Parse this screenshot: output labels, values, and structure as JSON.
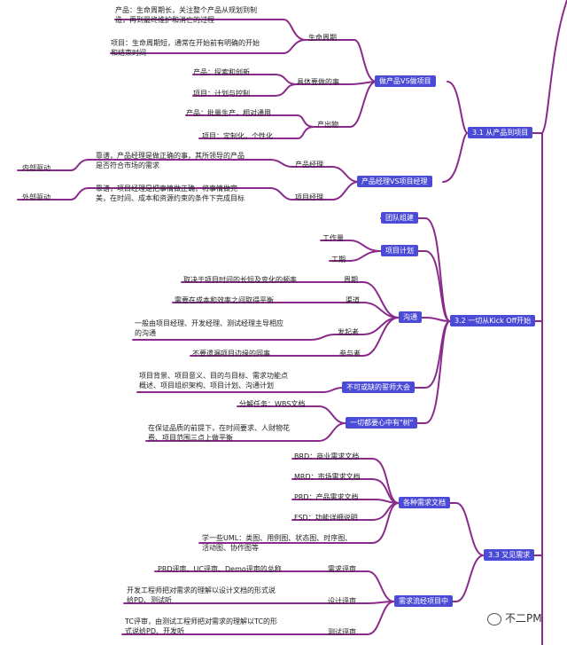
{
  "palette": {
    "branch": "#8a2a8a",
    "box_bg": "#4b4bd6",
    "box_text": "#ffffff"
  },
  "s1": {
    "title": "3.1 从产品到项目",
    "g1": {
      "label": "做产品VS做项目",
      "lifecycle": "生命周期",
      "lifecycle_prod": "产品：生命周期长，关注整个产品从规划到制\n造，再到最终维护和消亡的过程",
      "lifecycle_proj": "项目：生命周期短，通常在开始前有明确的开始\n和结束时间",
      "work": "具体要做的事",
      "work_prod": "产品：探索和创新",
      "work_proj": "项目：计划与控制",
      "output": "产出物",
      "output_prod": "产品：批量生产，相对通用",
      "output_proj": "项目：定制化，个性化"
    },
    "g2": {
      "label": "产品经理VS项目经理",
      "pm": "产品经理",
      "pm_text": "靠谱，产品经理是做正确的事，其所领导的产品\n是否符合市场的需求",
      "internal": "内部驱动",
      "proj": "项目经理",
      "proj_text": "靠谱，项目经理是把事情做正确，将事情做完\n美，在时间、成本和资源约束的条件下完成目标",
      "external": "外部驱动"
    }
  },
  "s2": {
    "title": "3.2 一切从Kick Off开始",
    "team": "团队组建",
    "plan": "项目计划",
    "workload": "工作量",
    "duration": "工期",
    "comm": "沟通",
    "period": "周期",
    "period_text": "取决于项目时间的长短及变化的频率",
    "channel": "渠道",
    "channel_text": "需要在成本和效率之间取得平衡",
    "initiator": "发起者",
    "initiator_text": "一般由项目经理、开发经理、测试经理主导相应\n的沟通",
    "participant": "参与者",
    "participant_text": "不要遗漏项目边缘的同事",
    "kickoff": "不可或缺的誓师大会",
    "kickoff_text": "项目背景、项目意义、目的与目标、需求功能点\n概述、项目组织架构、项目计划、沟通计划",
    "tree": "一切都要心中有\"树\"",
    "wbs": "分解任务：WBS文档",
    "tree_text": "在保证品质的前提下，在时间要求、人财物花\n费、项目范围三点上做平衡"
  },
  "s3": {
    "title": "3.3 又见需求",
    "docs": "各种需求文档",
    "brd": "BRD：商业需求文档",
    "mrd": "MRD：市场需求文档",
    "prd": "PRD：产品需求文档",
    "fsd": "FSD：功能详细说明",
    "uml": "学一些UML：类图、用例图、状态图、时序图、\n活动图、协作图等",
    "flow": "需求流经项目中",
    "review": "需求评审",
    "review_text": "PRD评审、UC评审、Demo评审的总称",
    "design": "设计评审",
    "design_text": "开发工程师把对需求的理解以设计文档的形式说\n给PD、测试听",
    "test": "测试评审",
    "test_text": "TC评审，由测试工程师把对需求的理解以TC的形\n式说给PD、开发听"
  },
  "watermark": "不二PM"
}
